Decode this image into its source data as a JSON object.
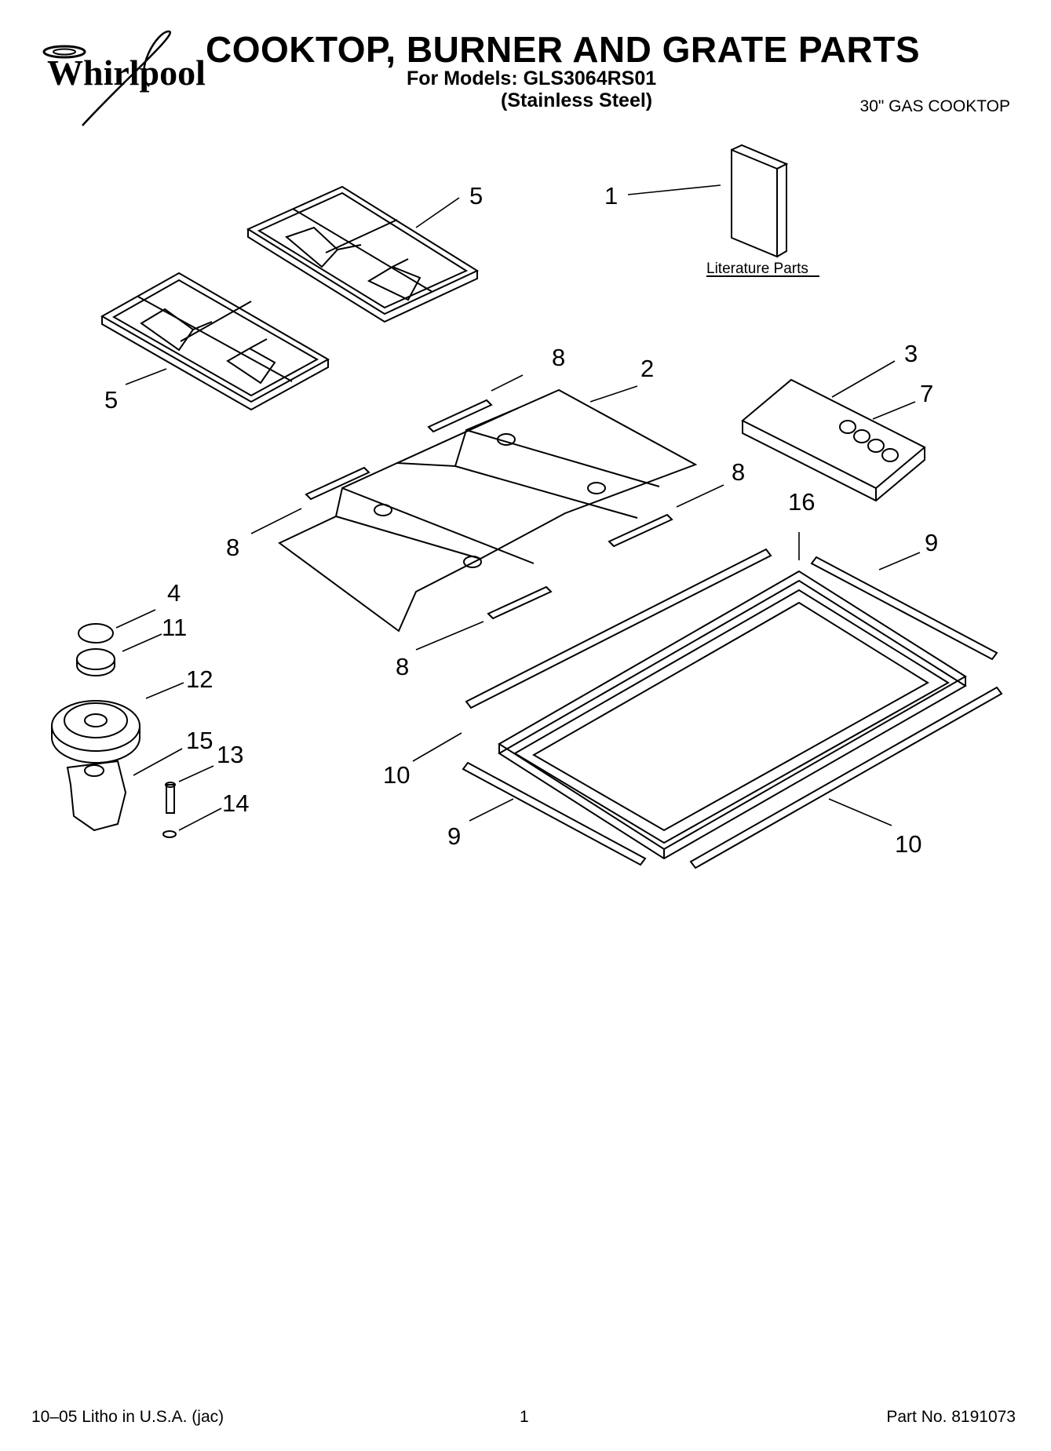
{
  "header": {
    "brand": "Whirlpool",
    "title": "COOKTOP, BURNER AND GRATE PARTS",
    "models": "For Models: GLS3064RS01",
    "variant": "(Stainless Steel)",
    "product": "30\" GAS COOKTOP"
  },
  "diagram": {
    "literature_label": "Literature Parts",
    "callouts": {
      "c1": "1",
      "c2": "2",
      "c3": "3",
      "c4": "4",
      "c5a": "5",
      "c5b": "5",
      "c7": "7",
      "c8a": "8",
      "c8b": "8",
      "c8c": "8",
      "c8d": "8",
      "c9a": "9",
      "c9b": "9",
      "c10a": "10",
      "c10b": "10",
      "c11": "11",
      "c12": "12",
      "c13": "13",
      "c14": "14",
      "c15": "15",
      "c16": "16"
    }
  },
  "footer": {
    "litho": "10–05 Litho in U.S.A. (jac)",
    "page": "1",
    "part_no": "Part No. 8191073"
  }
}
